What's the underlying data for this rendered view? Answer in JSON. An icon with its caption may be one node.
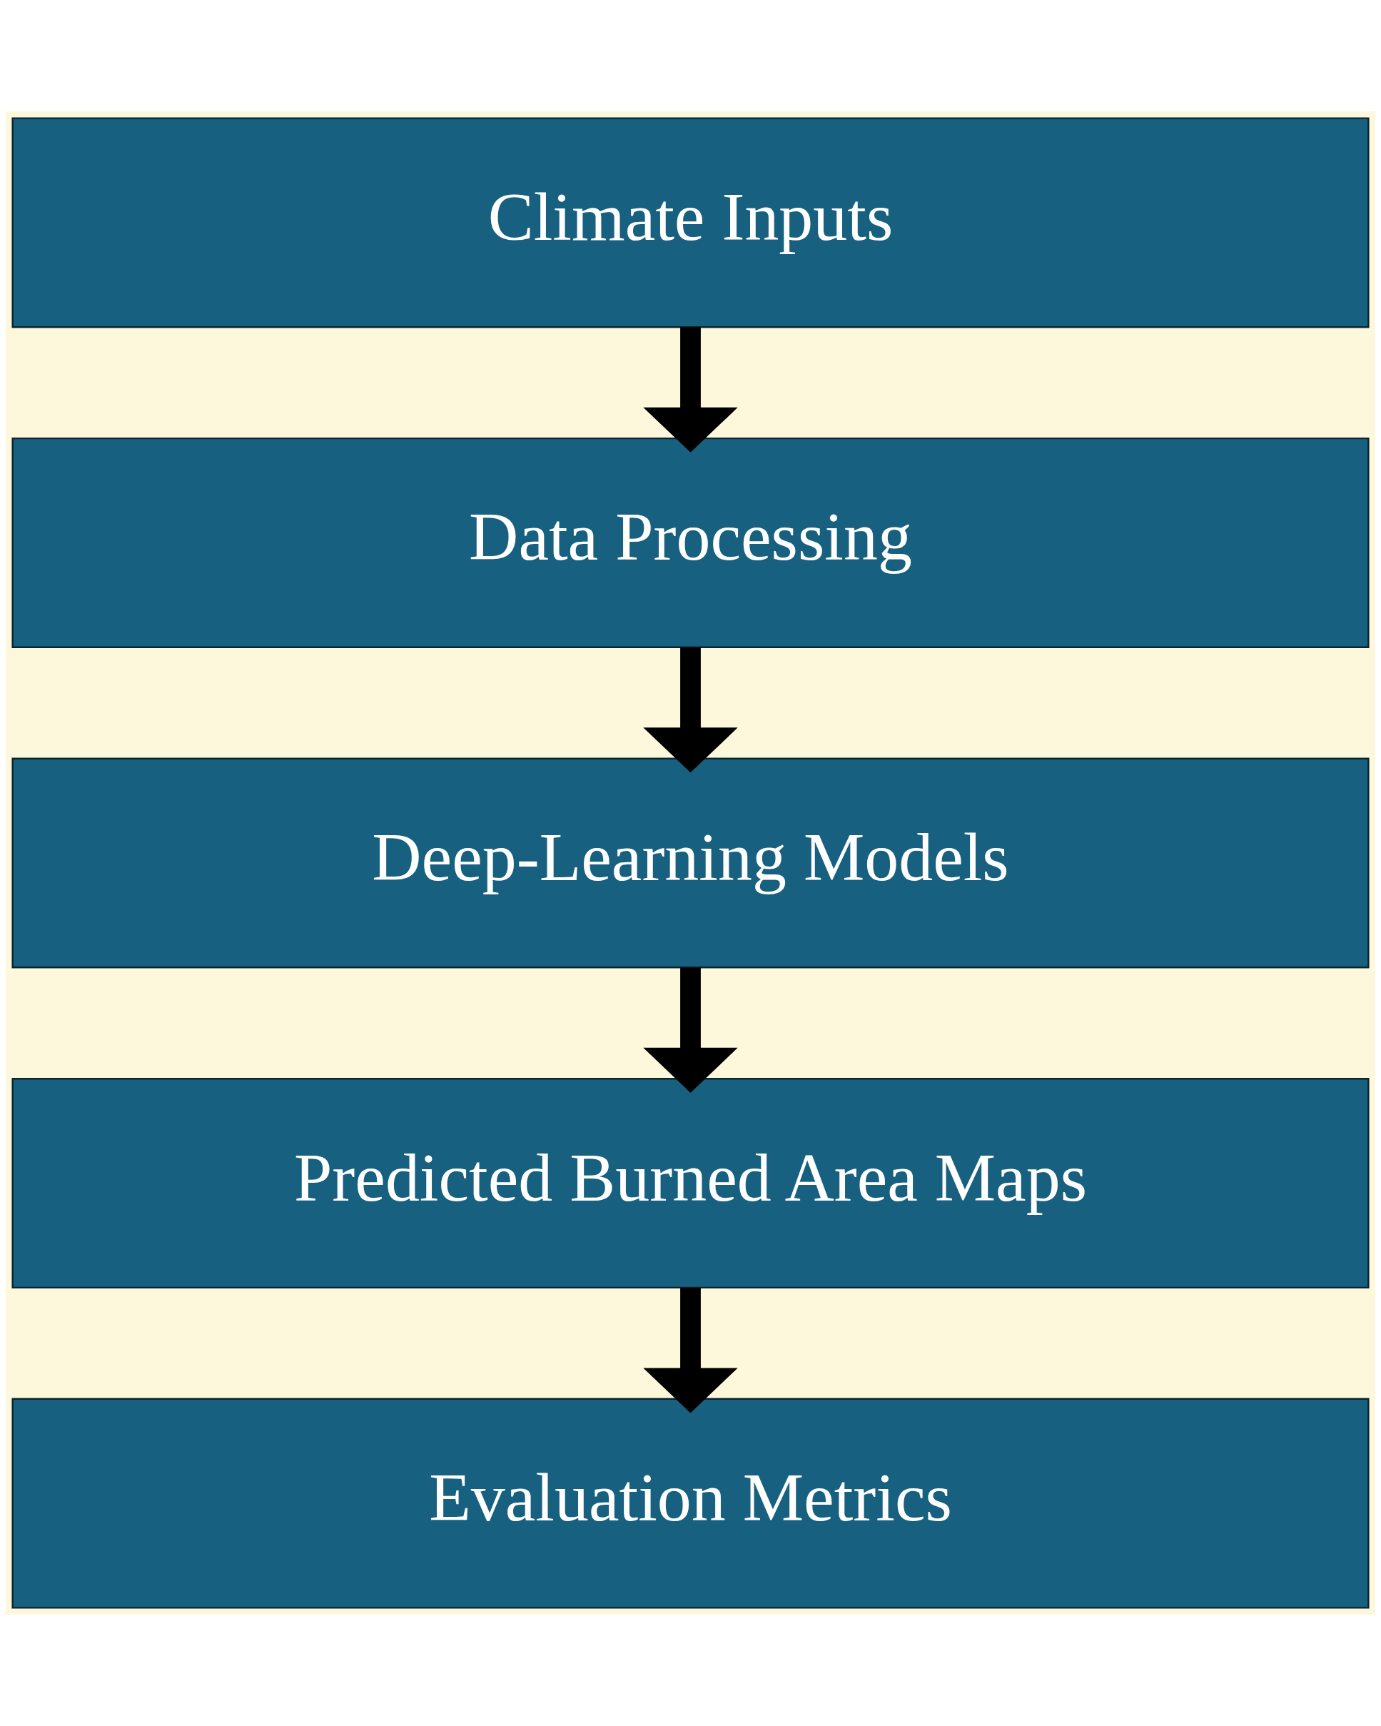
{
  "diagram": {
    "nodes": [
      {
        "text": [
          "Climate Inputs"
        ]
      },
      {
        "text": [
          "Data Processing"
        ]
      },
      {
        "text": [
          "Deep-Learning Models"
        ]
      },
      {
        "text": [
          "Predicted Burned Area Maps"
        ]
      },
      {
        "text": [
          "Evaluation Metrics"
        ]
      }
    ],
    "edges": [
      {
        "from": 0,
        "to": 1,
        "arrow": "to"
      },
      {
        "from": 1,
        "to": 2,
        "arrow": "to"
      },
      {
        "from": 2,
        "to": 3,
        "arrow": "to"
      },
      {
        "from": 3,
        "to": 4,
        "arrow": "to"
      }
    ]
  }
}
